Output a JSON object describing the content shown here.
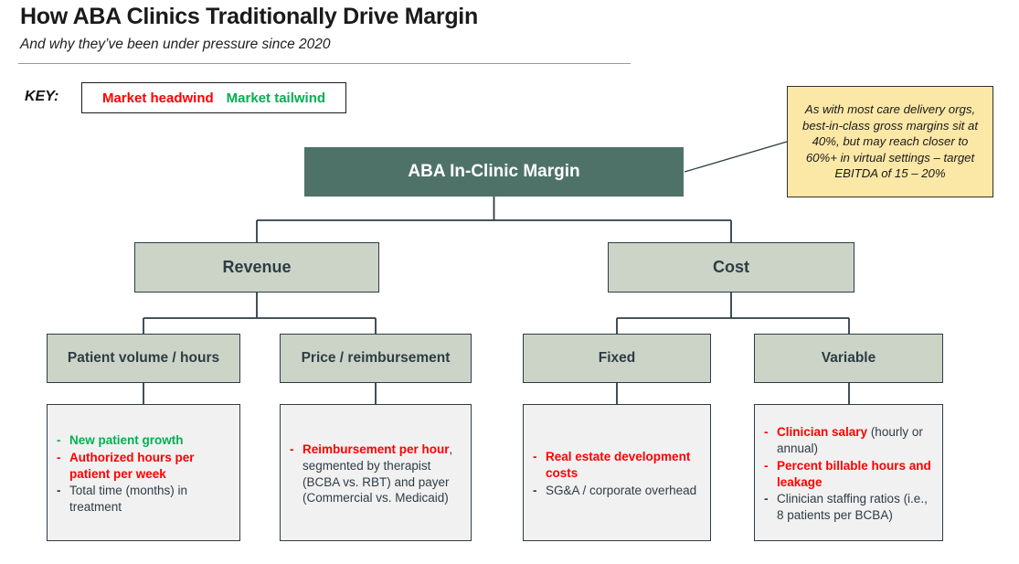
{
  "header": {
    "title": "How ABA Clinics Traditionally Drive Margin",
    "subtitle": "And why they’ve been under pressure since 2020"
  },
  "key": {
    "label": "KEY:",
    "items": [
      {
        "text": "Market headwind",
        "color": "#FF0000"
      },
      {
        "text": "Market tailwind",
        "color": "#00B050"
      }
    ]
  },
  "callout": {
    "text": "As with most care delivery orgs, best-in-class gross margins sit at 40%, but may reach closer to 60%+ in virtual settings – target EBITDA of 15 – 20%",
    "background": "#FBE8A6"
  },
  "tree": {
    "root": {
      "label": "ABA In-Clinic Margin",
      "color": "#4F7268"
    },
    "level2": [
      {
        "label": "Revenue"
      },
      {
        "label": "Cost"
      }
    ],
    "level3": [
      {
        "label": "Patient volume / hours"
      },
      {
        "label": "Price / reimbursement"
      },
      {
        "label": "Fixed"
      },
      {
        "label": "Variable"
      }
    ],
    "leaves": [
      {
        "name": "patient-volume-details",
        "bullets": [
          {
            "dash_color": "#00B050",
            "segments": [
              {
                "text": "New patient growth",
                "color": "#00B050",
                "bold": true
              }
            ]
          },
          {
            "dash_color": "#FF0000",
            "segments": [
              {
                "text": "Authorized hours per patient per week",
                "color": "#FF0000",
                "bold": true
              }
            ]
          },
          {
            "dash_color": "#2E3C44",
            "segments": [
              {
                "text": "Total time (months) in treatment",
                "color": "#2E3C44",
                "bold": false
              }
            ]
          }
        ]
      },
      {
        "name": "price-reimbursement-details",
        "bullets": [
          {
            "dash_color": "#FF0000",
            "segments": [
              {
                "text": "Reimbursement per hour",
                "color": "#FF0000",
                "bold": true
              },
              {
                "text": ", segmented by therapist (BCBA vs. RBT) and payer (Commercial vs. Medicaid)",
                "color": "#2E3C44",
                "bold": false
              }
            ]
          }
        ]
      },
      {
        "name": "fixed-cost-details",
        "bullets": [
          {
            "dash_color": "#FF0000",
            "segments": [
              {
                "text": "Real estate development costs",
                "color": "#FF0000",
                "bold": true
              }
            ]
          },
          {
            "dash_color": "#2E3C44",
            "segments": [
              {
                "text": "SG&A / corporate overhead",
                "color": "#2E3C44",
                "bold": false
              }
            ]
          }
        ]
      },
      {
        "name": "variable-cost-details",
        "bullets": [
          {
            "dash_color": "#FF0000",
            "segments": [
              {
                "text": "Clinician salary",
                "color": "#FF0000",
                "bold": true
              },
              {
                "text": " (hourly or annual)",
                "color": "#2E3C44",
                "bold": false
              }
            ]
          },
          {
            "dash_color": "#FF0000",
            "segments": [
              {
                "text": "Percent billable hours and leakage",
                "color": "#FF0000",
                "bold": true
              }
            ]
          },
          {
            "dash_color": "#2E3C44",
            "segments": [
              {
                "text": "Clinician staffing ratios (i.e., 8 patients per BCBA)",
                "color": "#2E3C44",
                "bold": false
              }
            ]
          }
        ]
      }
    ]
  }
}
